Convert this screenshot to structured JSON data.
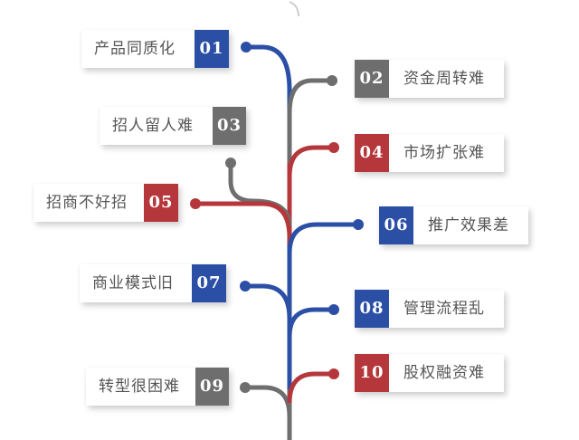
{
  "colors": {
    "blue": "#2c4fa6",
    "gray": "#6e6e6e",
    "red": "#b5373b"
  },
  "items": [
    {
      "num": "01",
      "label": "产品同质化",
      "color": "blue"
    },
    {
      "num": "02",
      "label": "资金周转难",
      "color": "gray"
    },
    {
      "num": "03",
      "label": "招人留人难",
      "color": "gray"
    },
    {
      "num": "04",
      "label": "市场扩张难",
      "color": "red"
    },
    {
      "num": "05",
      "label": "招商不好招",
      "color": "red"
    },
    {
      "num": "06",
      "label": "推广效果差",
      "color": "blue"
    },
    {
      "num": "07",
      "label": "商业模式旧",
      "color": "blue"
    },
    {
      "num": "08",
      "label": "管理流程乱",
      "color": "blue"
    },
    {
      "num": "09",
      "label": "转型很困难",
      "color": "gray"
    },
    {
      "num": "10",
      "label": "股权融资难",
      "color": "red"
    }
  ]
}
